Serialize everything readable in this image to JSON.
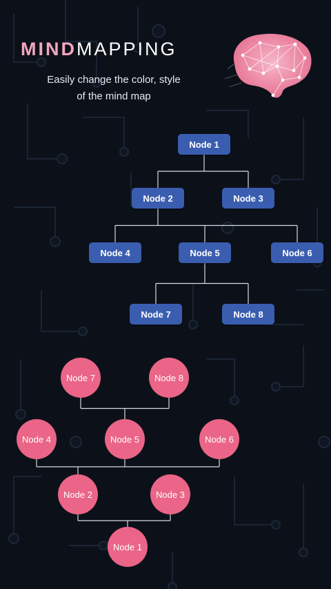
{
  "header": {
    "title_accent": "MIND",
    "title_rest": "MAPPING",
    "subtitle_line1": "Easily change the color, style",
    "subtitle_line2": "of the mind map"
  },
  "colors": {
    "background": "#0c1119",
    "accent": "#f1a7be",
    "rect_node": "#3a5db0",
    "circle_node": "#ea6587",
    "connector": "#d7dbe3"
  },
  "icons": {
    "brain": "brain-network-icon"
  },
  "tree_top": {
    "style": "rectangle",
    "nodes": [
      {
        "id": "n1",
        "label": "Node 1"
      },
      {
        "id": "n2",
        "label": "Node 2"
      },
      {
        "id": "n3",
        "label": "Node 3"
      },
      {
        "id": "n4",
        "label": "Node 4"
      },
      {
        "id": "n5",
        "label": "Node 5"
      },
      {
        "id": "n6",
        "label": "Node 6"
      },
      {
        "id": "n7",
        "label": "Node 7"
      },
      {
        "id": "n8",
        "label": "Node 8"
      }
    ],
    "edges": [
      [
        "n1",
        "n2"
      ],
      [
        "n1",
        "n3"
      ],
      [
        "n2",
        "n4"
      ],
      [
        "n2",
        "n5"
      ],
      [
        "n2",
        "n6"
      ],
      [
        "n5",
        "n7"
      ],
      [
        "n5",
        "n8"
      ]
    ]
  },
  "tree_bottom": {
    "style": "circle",
    "nodes": [
      {
        "id": "n7",
        "label": "Node 7"
      },
      {
        "id": "n8",
        "label": "Node 8"
      },
      {
        "id": "n4",
        "label": "Node 4"
      },
      {
        "id": "n5",
        "label": "Node 5"
      },
      {
        "id": "n6",
        "label": "Node 6"
      },
      {
        "id": "n2",
        "label": "Node 2"
      },
      {
        "id": "n3",
        "label": "Node 3"
      },
      {
        "id": "n1",
        "label": "Node 1"
      }
    ],
    "edges": [
      [
        "n1",
        "n2"
      ],
      [
        "n1",
        "n3"
      ],
      [
        "n2",
        "n4"
      ],
      [
        "n2",
        "n5"
      ],
      [
        "n2",
        "n6"
      ],
      [
        "n5",
        "n7"
      ],
      [
        "n5",
        "n8"
      ]
    ]
  }
}
